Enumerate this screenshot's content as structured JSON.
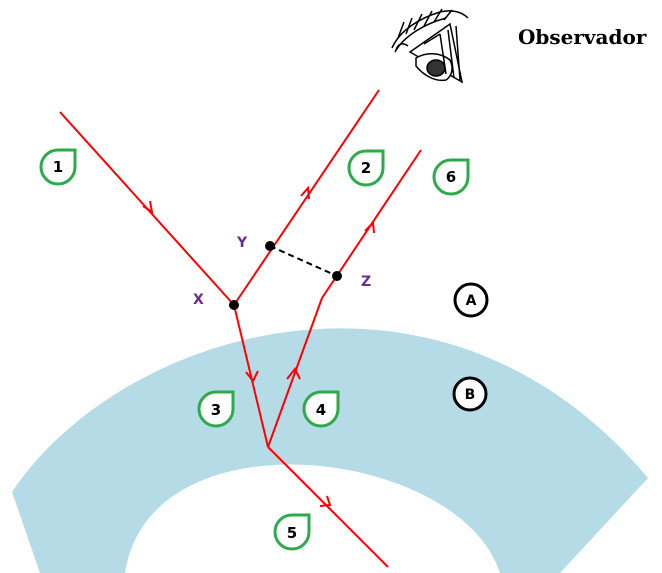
{
  "observer_label": "Observador",
  "medium_labels": {
    "upper": "A",
    "lower": "B"
  },
  "point_labels": {
    "x": "X",
    "y": "Y",
    "z": "Z"
  },
  "ray_labels": {
    "r1": "1",
    "r2": "2",
    "r3": "3",
    "r4": "4",
    "r5": "5",
    "r6": "6"
  },
  "colors": {
    "ray": "#ff0000",
    "medium_b": "#b5dbe6",
    "tag_border": "#2daa4a",
    "point_label": "#6a2c91"
  }
}
